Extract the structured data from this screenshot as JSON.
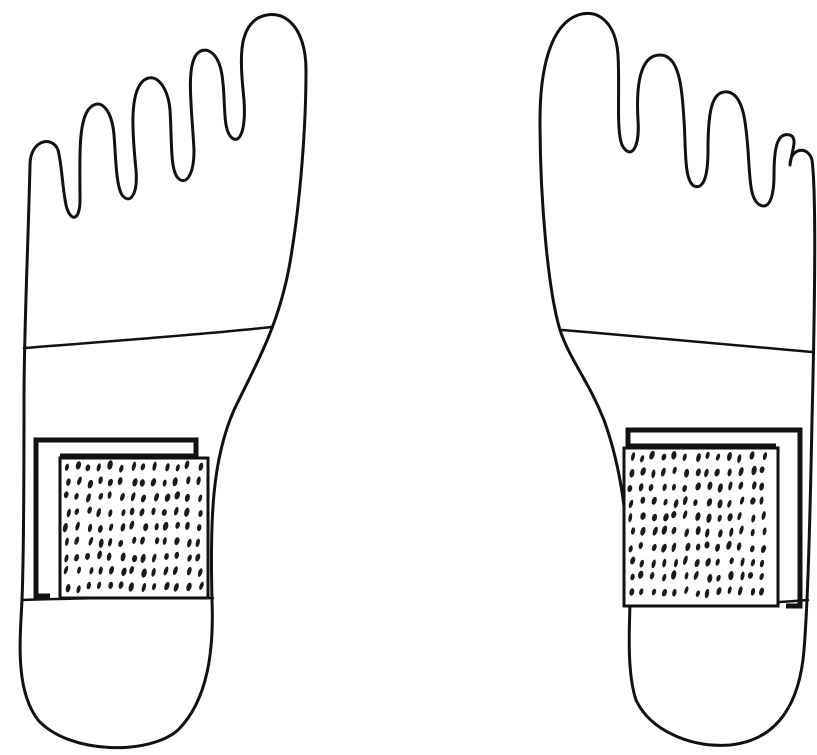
{
  "figure": {
    "background": "#ffffff",
    "ink": "#111111",
    "feet": [
      {
        "id": "left-foot",
        "side": "left"
      },
      {
        "id": "right-foot",
        "side": "right"
      }
    ],
    "marked_zone_pattern": "stippled"
  }
}
